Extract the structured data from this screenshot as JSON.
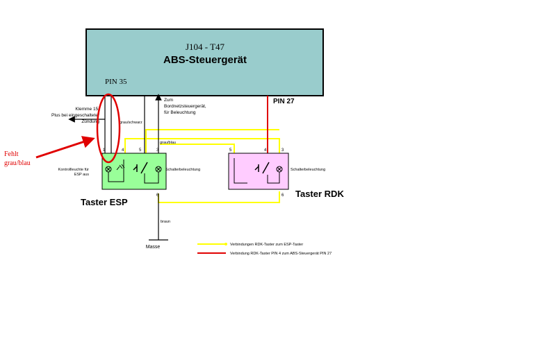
{
  "ecu": {
    "id": "J104 - T47",
    "title": "ABS-Steuergerät",
    "color": "#99CCCC",
    "pin35": "PIN 35",
    "pin27": "PIN 27"
  },
  "annotations": {
    "terminal15": [
      "Klemme 15,",
      "Plus bei eingeschalteter",
      "Zündung"
    ],
    "to_network": [
      "Zum",
      "Bordnetzsteuergerät,",
      "für Beleuchtung"
    ],
    "missing": [
      "Fehlt",
      "grau/blau"
    ],
    "missing_color": "#E00000"
  },
  "wires": {
    "grauschwarz": "grau/schwarz",
    "graublau": "grau/blau",
    "braun": "braun",
    "masse": "Masse",
    "yellow": "#FFFF00",
    "red": "#E00000"
  },
  "esp": {
    "name": "Taster ESP",
    "color": "#99FF99",
    "pins": [
      "1",
      "4",
      "5",
      "3",
      "6"
    ],
    "lamp_label": [
      "Kontrollleuchte für",
      "ESP aus"
    ],
    "light_label": "Schalterbeleuchtung"
  },
  "rdk": {
    "name": "Taster RDK",
    "color": "#FFCCFF",
    "pins": [
      "5",
      "4",
      "3",
      "6"
    ],
    "light_label": "Schalterbeleuchtung"
  },
  "legend": [
    {
      "text": "Verbindungen RDK-Taster zum ESP-Taster",
      "color": "#FFFF00"
    },
    {
      "text": "Verbindung RDK-Taster PIN 4 zum ABS-Steuergerät PIN 27",
      "color": "#E00000"
    }
  ]
}
